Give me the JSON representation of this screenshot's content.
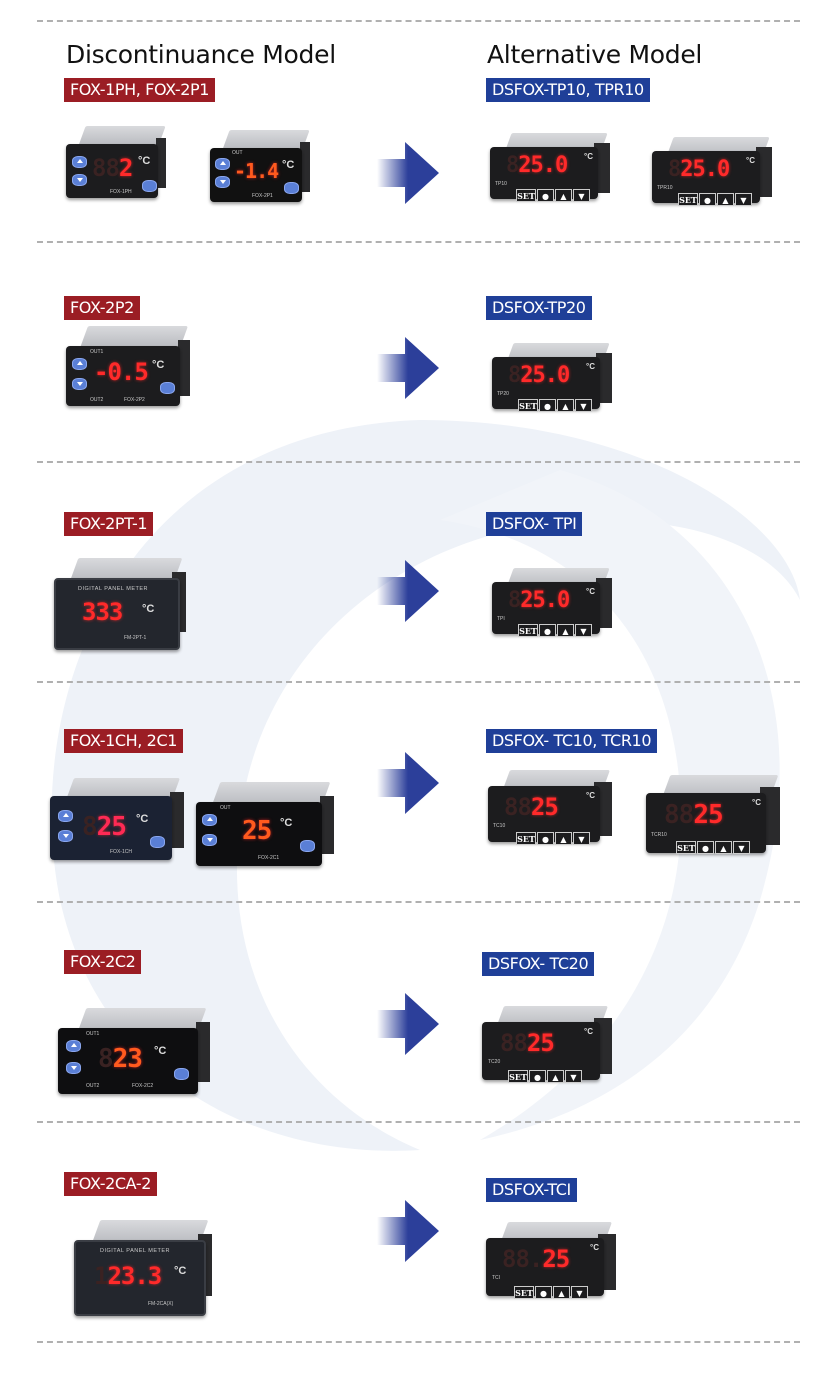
{
  "headers": {
    "discontinued": "Discontinuance Model",
    "alternative": "Alternative Model"
  },
  "colors": {
    "discontinued_tag": "#9b1d24",
    "alternative_tag": "#1f3f98",
    "arrow": "#1f3f98",
    "divider": "#b0b0b0",
    "led": "#ff2a2a"
  },
  "rows": [
    {
      "old_label": "FOX-1PH, FOX-2P1",
      "new_label": "DSFOX-TP10, TPR10",
      "old_devices": [
        {
          "display": "2",
          "unit": "°C",
          "model_mark": "FOX-1PH"
        },
        {
          "display": "-1.4",
          "unit": "°C",
          "model_mark": "FOX-2P1",
          "out_label": "OUT"
        }
      ],
      "new_devices": [
        {
          "display": "25.0",
          "unit": "°C",
          "model_mark": "TP10"
        },
        {
          "display": "25.0",
          "unit": "°C",
          "model_mark": "TPR10"
        }
      ]
    },
    {
      "old_label": "FOX-2P2",
      "new_label": "DSFOX-TP20",
      "old_devices": [
        {
          "display": "-0.5",
          "unit": "°C",
          "model_mark": "FOX-2P2",
          "out_label": "OUT1",
          "out2_label": "OUT2"
        }
      ],
      "new_devices": [
        {
          "display": "25.0",
          "unit": "°C",
          "model_mark": "TP20"
        }
      ]
    },
    {
      "old_label": "FOX-2PT-1",
      "new_label": "DSFOX- TPI",
      "old_devices": [
        {
          "display": "333",
          "unit": "°C",
          "model_mark": "FM-2PT-1",
          "panel_text": "DIGITAL PANEL METER"
        }
      ],
      "new_devices": [
        {
          "display": "25.0",
          "unit": "°C",
          "model_mark": "TPI"
        }
      ]
    },
    {
      "old_label": "FOX-1CH, 2C1",
      "new_label": "DSFOX- TC10, TCR10",
      "old_devices": [
        {
          "display": "25",
          "unit": "°C",
          "model_mark": "FOX-1CH"
        },
        {
          "display": "25",
          "unit": "°C",
          "model_mark": "FOX-2C1",
          "out_label": "OUT"
        }
      ],
      "new_devices": [
        {
          "display": "25",
          "unit": "°C",
          "model_mark": "TC10"
        },
        {
          "display": "25",
          "unit": "°C",
          "model_mark": "TCR10"
        }
      ]
    },
    {
      "old_label": "FOX-2C2",
      "new_label": "DSFOX- TC20",
      "old_devices": [
        {
          "display": "23",
          "unit": "°C",
          "model_mark": "FOX-2C2",
          "out_label": "OUT1",
          "out2_label": "OUT2"
        }
      ],
      "new_devices": [
        {
          "display": "25",
          "unit": "°C",
          "model_mark": "TC20"
        }
      ]
    },
    {
      "old_label": "FOX-2CA-2",
      "new_label": "DSFOX-TCI",
      "old_devices": [
        {
          "display": "23.3",
          "unit": "°C",
          "model_mark": "FM-2CA(X)",
          "panel_text": "DIGITAL PANEL METER"
        }
      ],
      "new_devices": [
        {
          "display": "25",
          "unit": "°C",
          "model_mark": "TCI"
        }
      ]
    }
  ],
  "keypad": {
    "set": "SET",
    "dot": "●",
    "up": "▲",
    "down": "▼"
  },
  "icons": {
    "arrow": "arrow-right-icon"
  }
}
